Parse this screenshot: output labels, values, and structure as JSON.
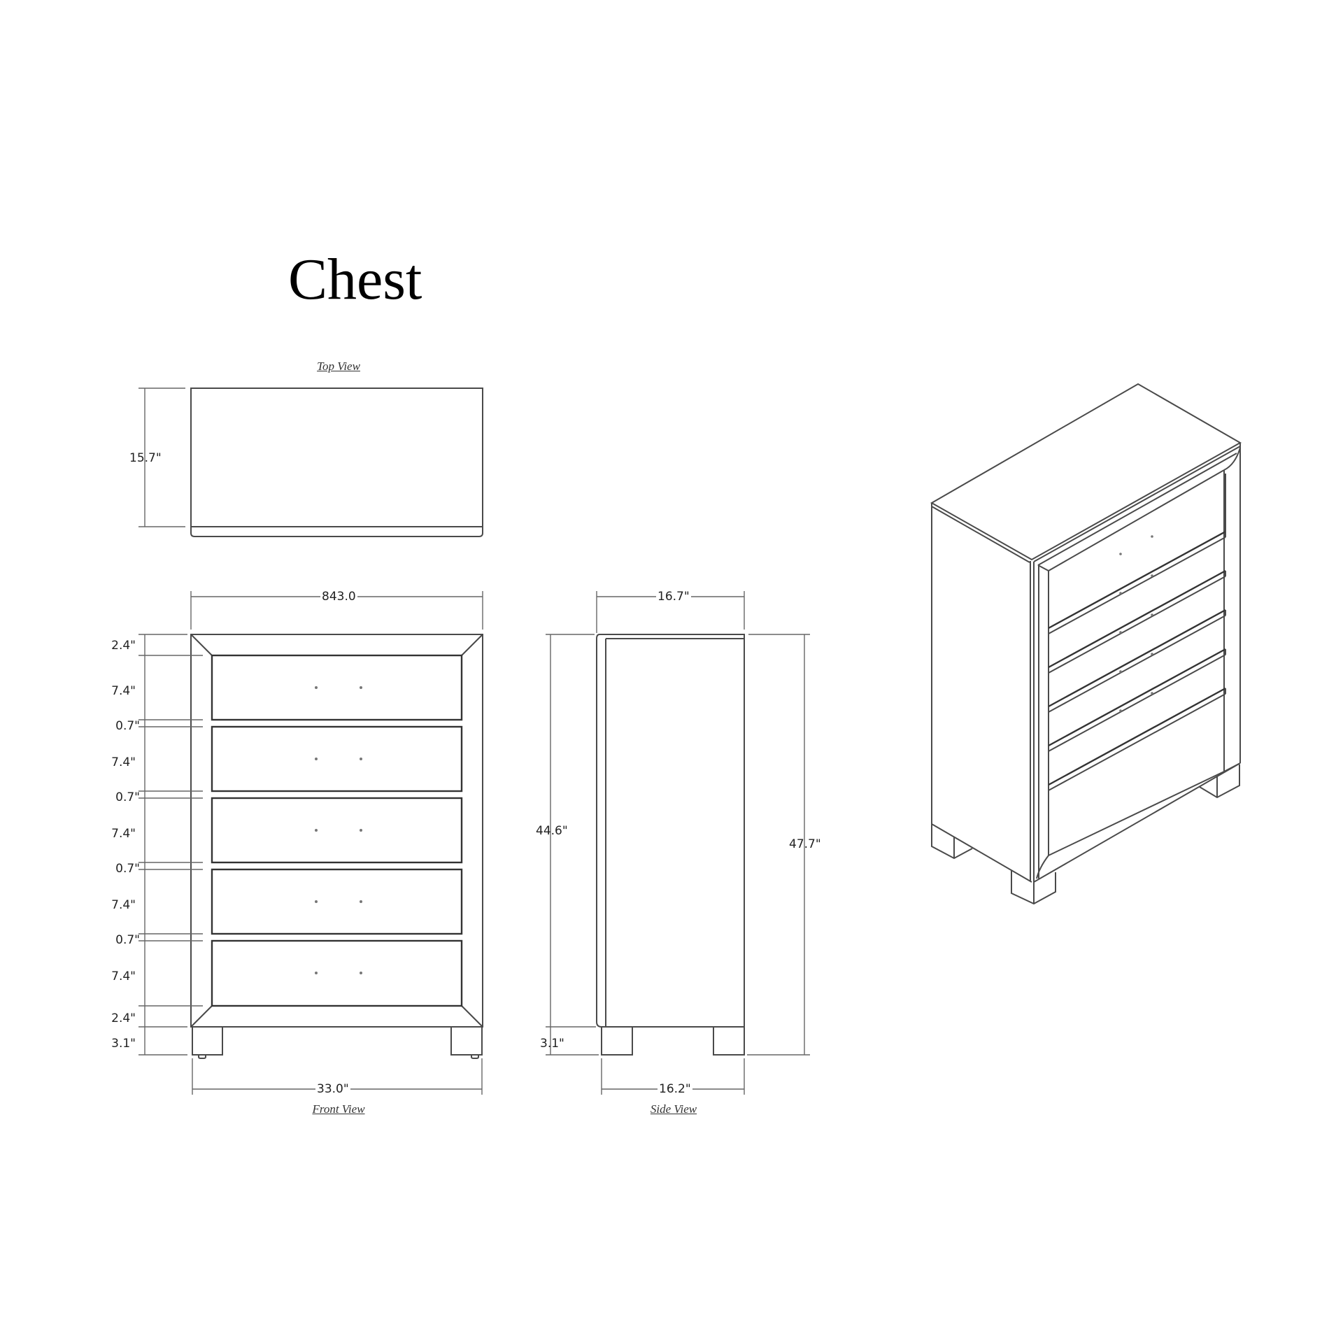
{
  "title": "Chest",
  "views": {
    "top": {
      "label": "Top View",
      "depth_dim": "15.7\""
    },
    "front": {
      "label": "Front View",
      "top_width_dim": "843.0",
      "bottom_width_dim": "33.0\"",
      "vertical_dims": [
        "2.4\"",
        "7.4\"",
        "0.7\"",
        "7.4\"",
        "0.7\"",
        "7.4\"",
        "0.7\"",
        "7.4\"",
        "0.7\"",
        "7.4\"",
        "2.4\"",
        "3.1\""
      ],
      "drawer_count": 5
    },
    "side": {
      "label": "Side View",
      "top_depth_dim": "16.7\"",
      "bottom_depth_dim": "16.2\"",
      "body_height_dim": "44.6\"",
      "leg_height_dim": "3.1\"",
      "total_height_dim": "47.7\""
    },
    "isometric": {
      "drawer_count": 5
    }
  },
  "colors": {
    "line": "#4a4a4a",
    "dimension": "#666666",
    "background": "#ffffff"
  }
}
